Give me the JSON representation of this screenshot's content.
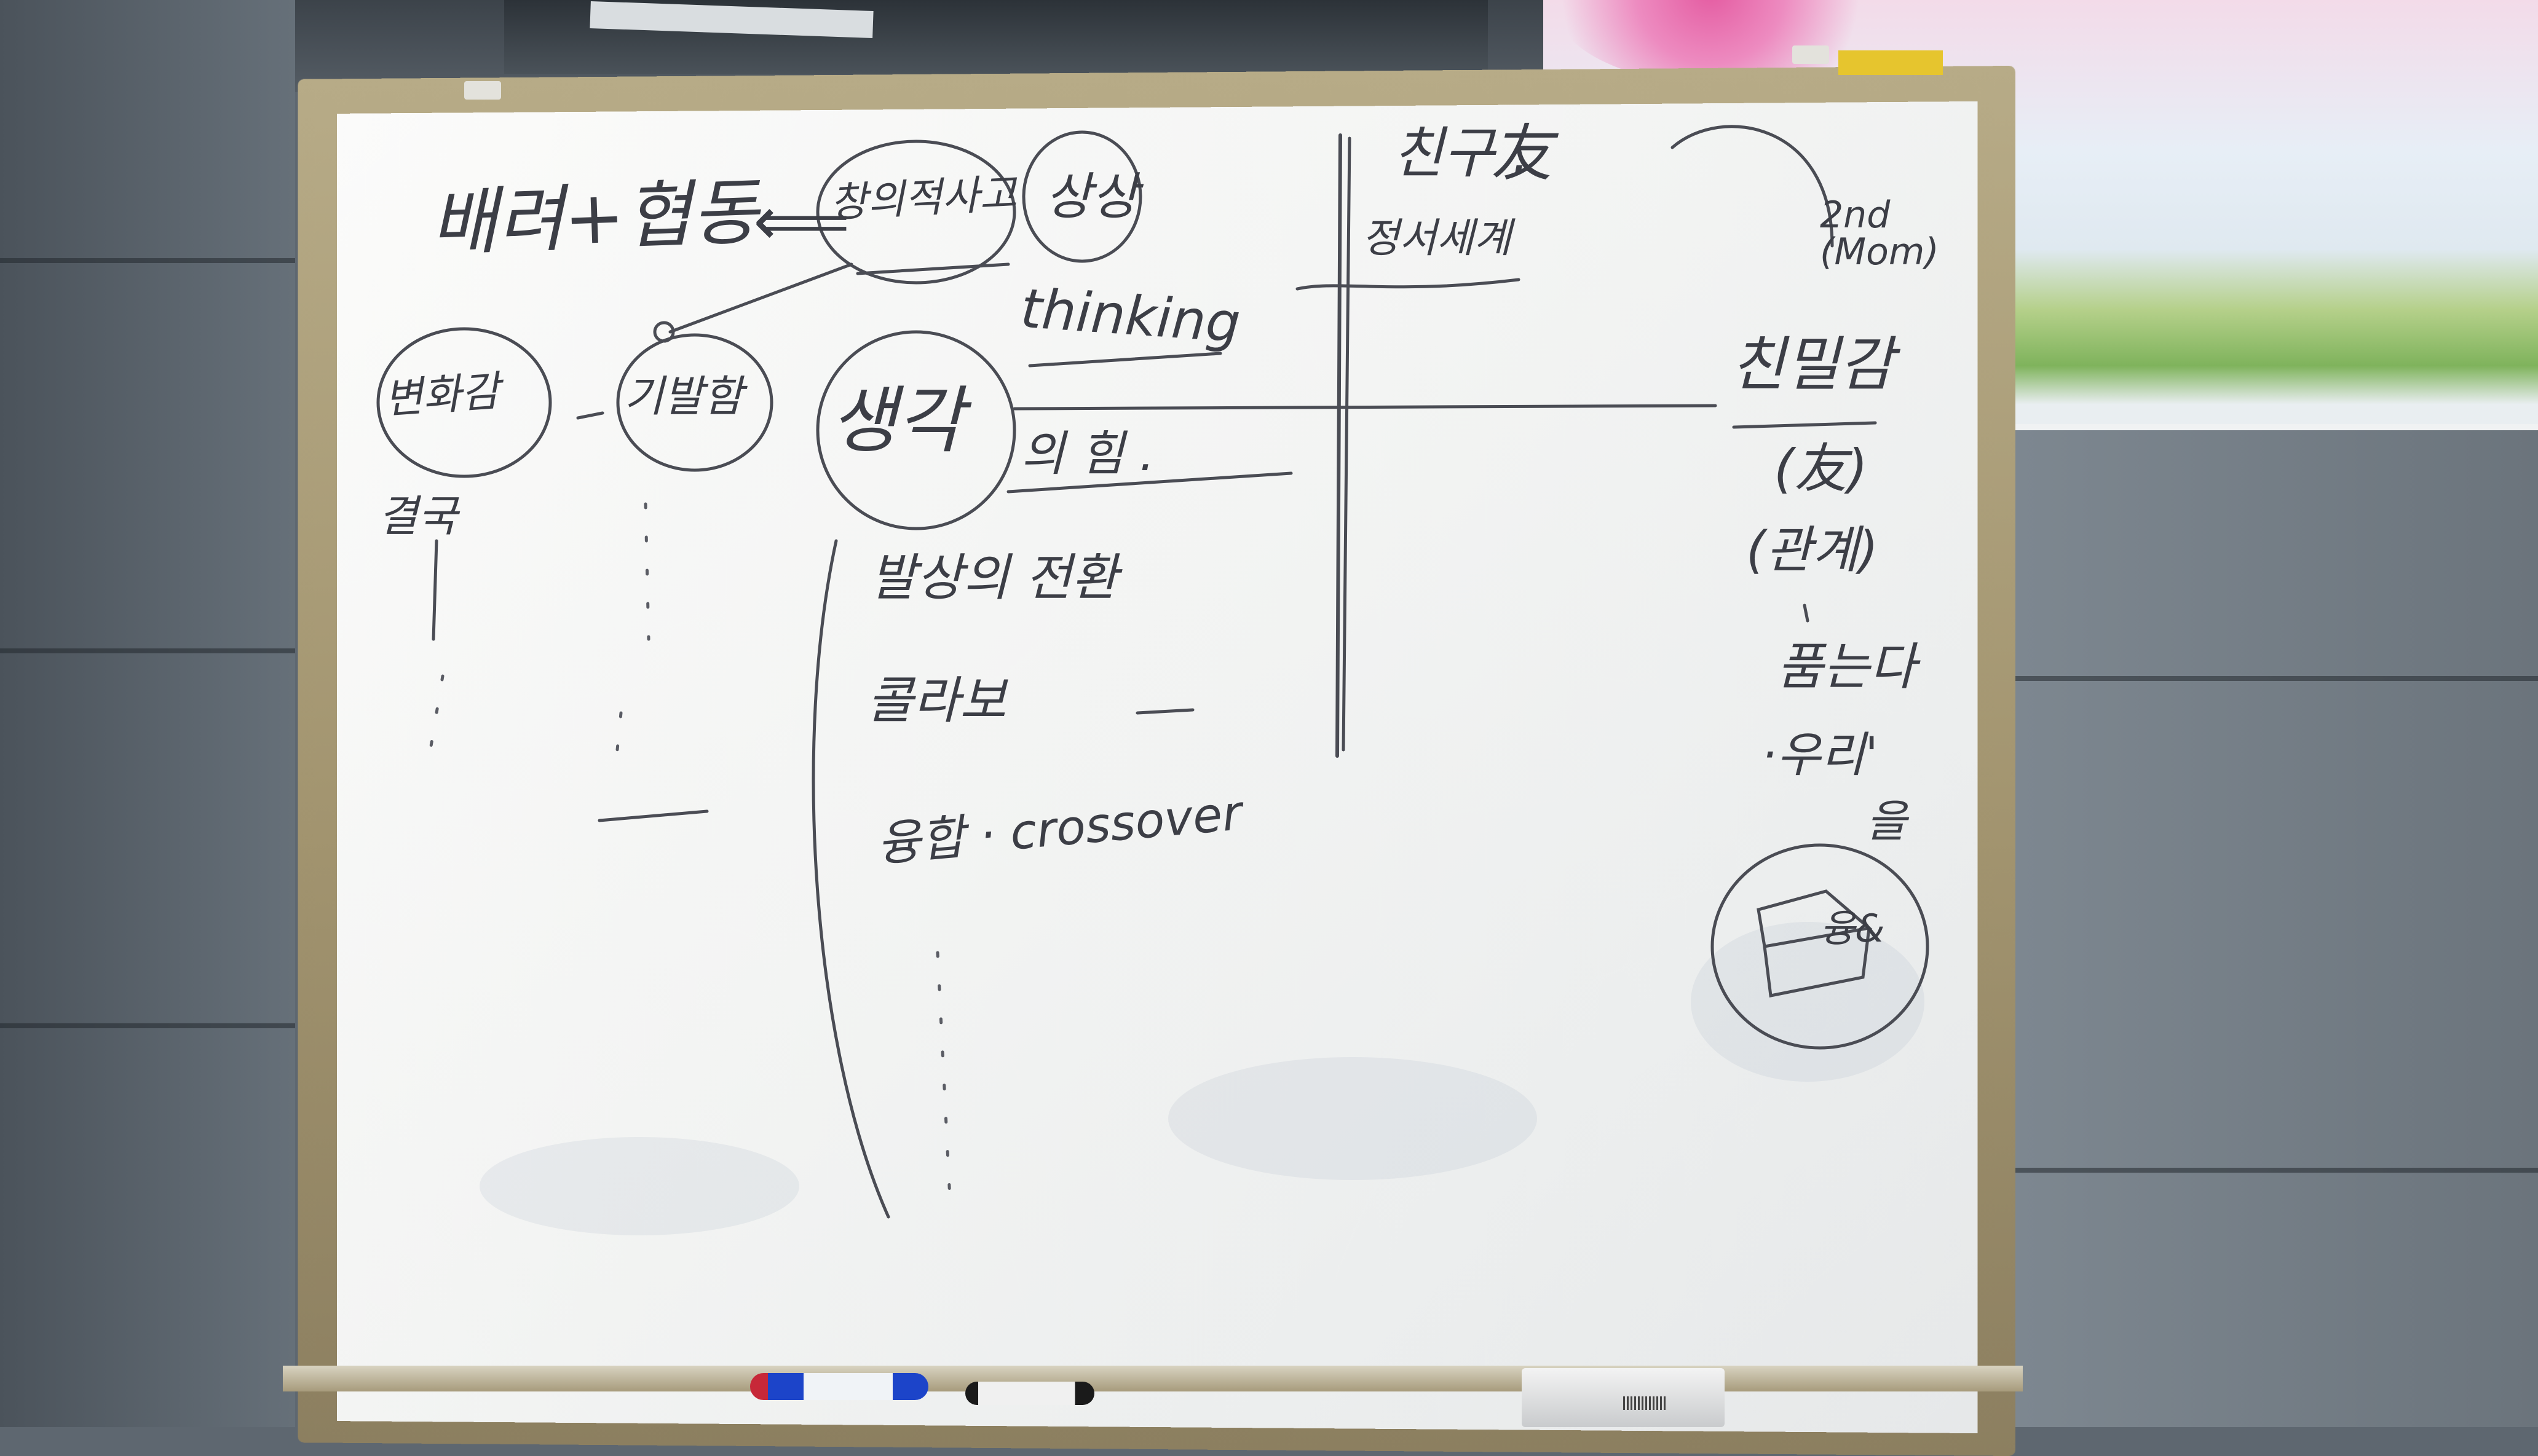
{
  "whiteboard": {
    "top_left_phrase": "배려+협동",
    "arrow_symbol": "⟸",
    "creative_thinking_circle": "창의적사고",
    "sangsang_circle": "상상",
    "thinking_word": "thinking",
    "left_circle": "변화감",
    "middle_circle": "기발함",
    "saenggak_circle": "생각",
    "saenggak_suffix": "의 힘 .",
    "left_column_word": "결국",
    "list_item_1": "발상의 전환",
    "list_item_2": "콜라보",
    "list_item_3": "융합 · crossover",
    "right_top_phrase": "친구 .",
    "right_top_hanja": "友",
    "jeongseo_word": "정서세계",
    "second_mom_note": "2nd (Mom)",
    "chinmilgam_word": "친밀감",
    "bracket_hanja": "(友)",
    "gwangye_word": "(관계)",
    "pumneunda_word": "품는다",
    "uri_word": "·우리'",
    "eul_word": "을",
    "bottom_circle_word": "융&"
  }
}
